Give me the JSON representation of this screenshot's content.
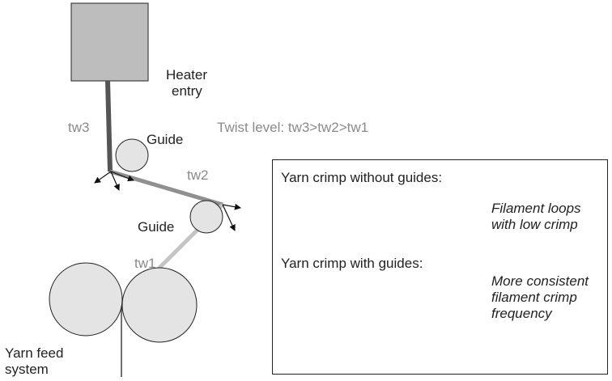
{
  "labels": {
    "heater_entry": [
      "Heater",
      "entry"
    ],
    "tw3": "tw3",
    "tw2": "tw2",
    "tw1": "tw1",
    "guide_upper": "Guide",
    "guide_lower": "Guide",
    "twist_level": "Twist level: tw3>tw2>tw1",
    "yarn_feed": [
      "Yarn feed",
      "system"
    ]
  },
  "inset": {
    "without_title": "Yarn crimp without guides:",
    "without_note": [
      "Filament loops",
      "with low crimp"
    ],
    "with_title": "Yarn crimp with guides:",
    "with_note": [
      "More consistent",
      "filament crimp",
      "frequency"
    ]
  },
  "colors": {
    "heater_fill": "#bdbdbd",
    "roller_fill": "#e4e4e4",
    "tw3_segment": "#555555",
    "tw2_segment": "#909090",
    "tw1_segment": "#c4c4c4",
    "label_grey": "#8a8a8a"
  }
}
